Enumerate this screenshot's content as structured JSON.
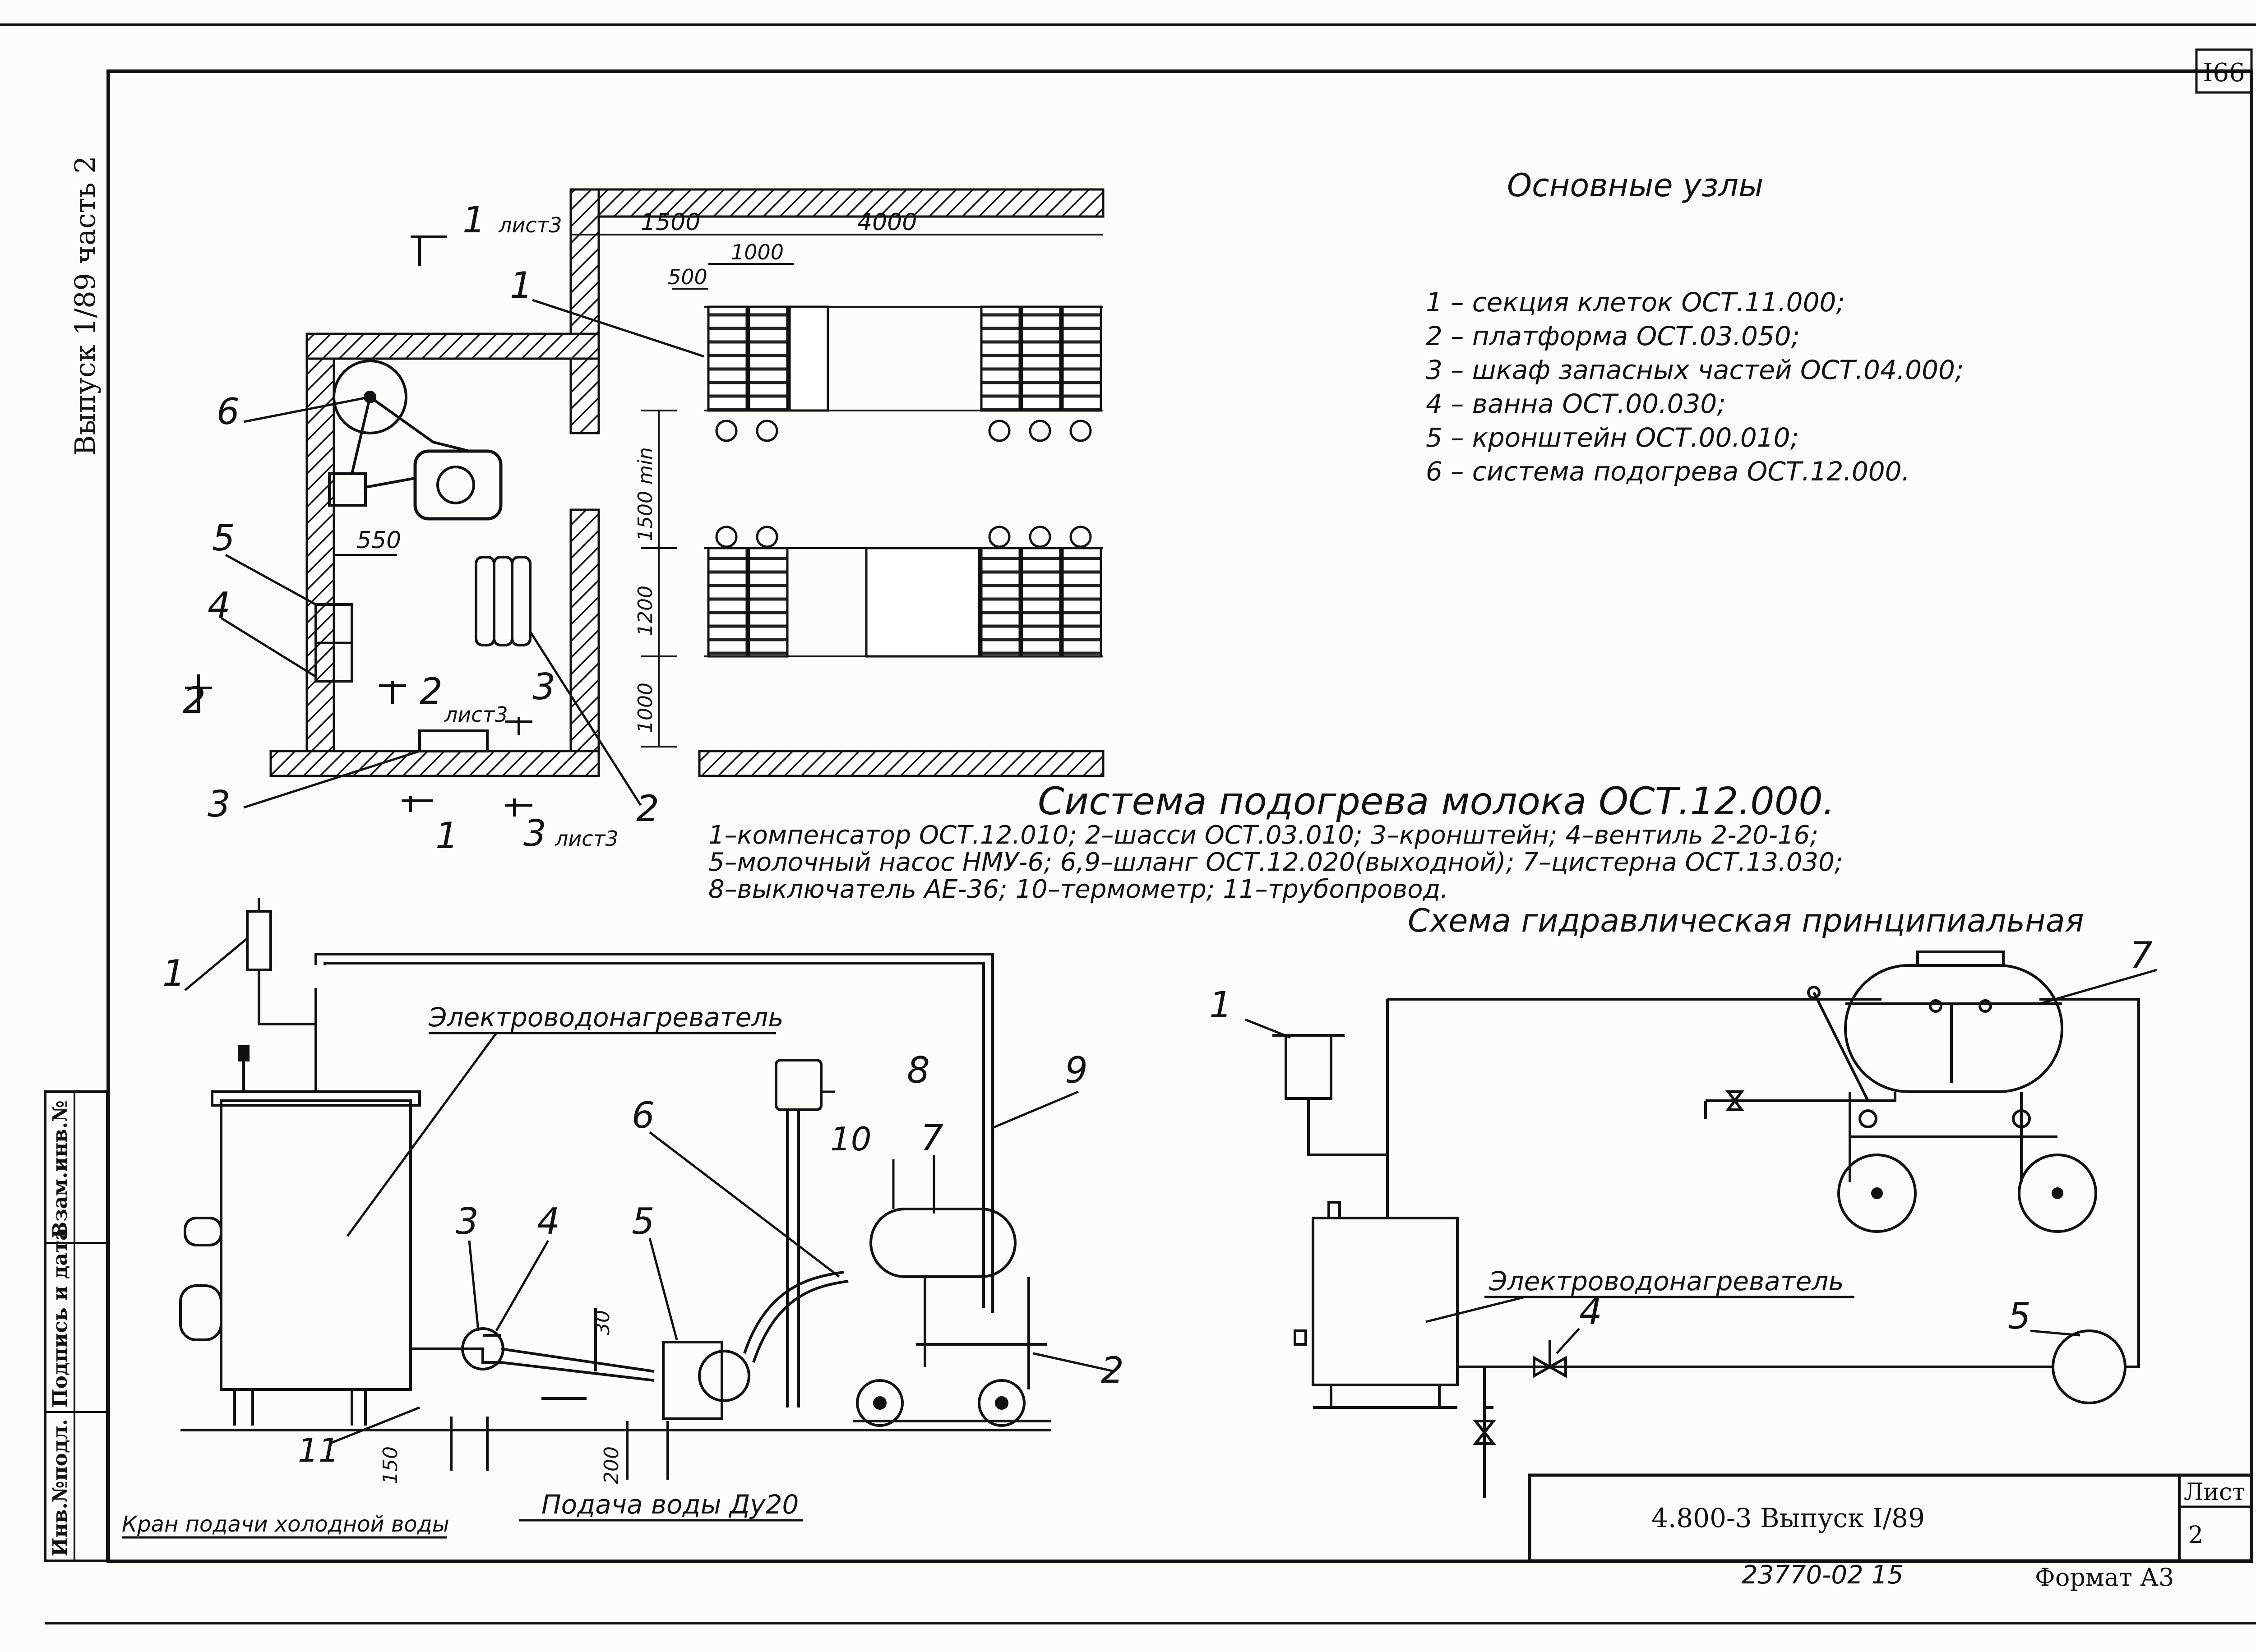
{
  "sheet": {
    "page_number": "I66",
    "side_label": "Выпуск 1/89 часть 2"
  },
  "approval_strip": [
    "Взам.инв.№",
    "Подпись и дата",
    "Инв.№подл."
  ],
  "main_units": {
    "title": "Основные узлы",
    "items": [
      "1 – секция клеток ОСТ.11.000;",
      "2 – платформа ОСТ.03.050;",
      "3 – шкаф запасных частей ОСТ.04.000;",
      "4 – ванна ОСТ.00.030;",
      "5 – кронштейн ОСТ.00.010;",
      "6 – система подогрева ОСТ.12.000."
    ]
  },
  "plan": {
    "dims": [
      "1500",
      "4000",
      "1000",
      "500",
      "550",
      "1500 min",
      "1200",
      "1000"
    ],
    "sections": [
      "1",
      "2",
      "3"
    ],
    "sheet_ref": "лист3",
    "callouts": [
      "1",
      "2",
      "3",
      "4",
      "5",
      "6"
    ]
  },
  "heating_system": {
    "title": "Система подогрева молока ОСТ.12.000.",
    "legend": [
      "1–компенсатор ОСТ.12.010; 2–шасси ОСТ.03.010; 3–кронштейн; 4–вентиль 2-20-16;",
      "5–молочный насос НМУ-6; 6,9–шланг ОСТ.12.020(выходной); 7–цистерна ОСТ.13.030;",
      "8–выключатель АЕ-36; 10–термометр; 11–трубопровод."
    ],
    "scheme_title": "Схема гидравлическая принципиальная"
  },
  "equipment_view": {
    "water_heater_label": "Электроводонагреватель",
    "cold_water_label": "Кран подачи холодной воды",
    "water_supply_label": "Подача воды Ду20",
    "dims": [
      "30",
      "150",
      "200"
    ],
    "callouts": [
      "1",
      "2",
      "3",
      "4",
      "5",
      "6",
      "7",
      "8",
      "9",
      "10",
      "11"
    ]
  },
  "hydraulic_scheme": {
    "water_heater_label": "Электроводонагреватель",
    "callouts": [
      "1",
      "4",
      "5",
      "7"
    ]
  },
  "title_block": {
    "document_code": "4.800-3 Выпуск I/89",
    "sheet_label": "Лист",
    "sheet_number": "2",
    "archive_number": "23770-02 15",
    "format": "Формат А3"
  }
}
